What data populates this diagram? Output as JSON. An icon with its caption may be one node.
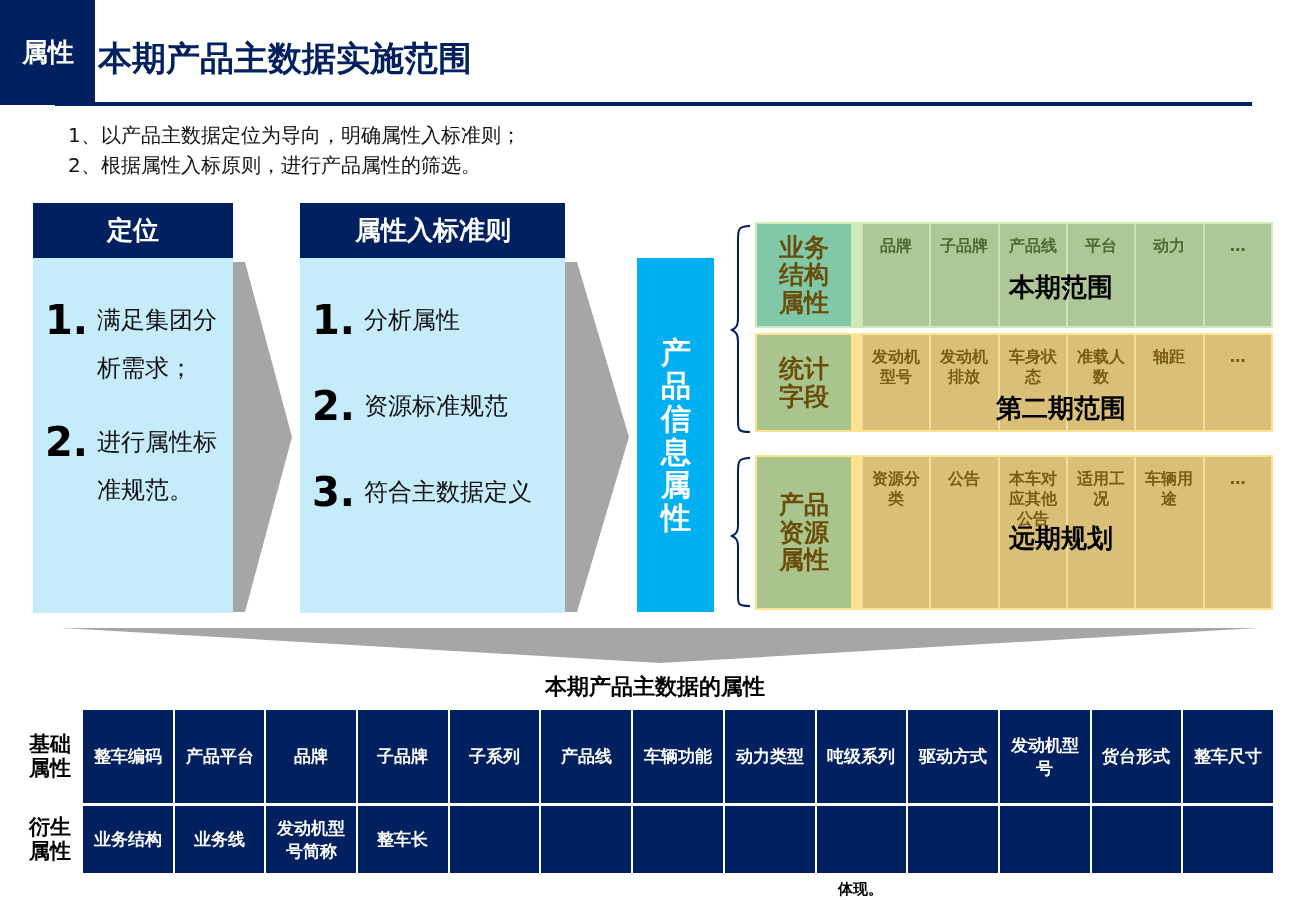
{
  "diagram": {
    "title": "本期产品主数据实施范围",
    "nodes": [
      {
        "text": [
          "定位",
          "1.",
          "满足集团分析需求；",
          "2.",
          "进行属性标准规范。"
        ]
      },
      {
        "text": [
          "属性入标准则",
          "1.",
          "分析属性",
          "2.",
          "资源标准规范",
          "3.",
          "符合主数据定义"
        ]
      },
      {
        "text": [
          "产品信息属性"
        ]
      },
      {
        "text": [
          "业务结构属性"
        ]
      },
      {
        "text": [
          "统计字段"
        ]
      },
      {
        "text": [
          "产品资源属性"
        ]
      }
    ],
    "edges": [
      {
        "from": 0,
        "to": 1,
        "arrow": "to"
      },
      {
        "from": 1,
        "to": 2,
        "arrow": "to"
      }
    ],
    "labels": [
      "属性",
      "1、以产品主数据定位为导向，明确属性入标准则；",
      "2、根据属性入标原则，进行产品属性的筛选。",
      "品牌",
      "子品牌",
      "产品线",
      "平台",
      "动力",
      "…",
      "本期范围",
      "发动机型号",
      "发动机排放",
      "车身状态",
      "准载人数",
      "轴距",
      "…",
      "第二期范围",
      "资源分类",
      "公告",
      "本车对应其他公告",
      "适用工况",
      "车辆用途",
      "…",
      "远期规划",
      "本期产品主数据的属性",
      "基础属性",
      "整车编码",
      "产品平台",
      "品牌",
      "子品牌",
      "子系列",
      "产品线",
      "车辆功能",
      "动力类型",
      "吨级系列",
      "驱动方式",
      "发动机型号",
      "货台形式",
      "整车尺寸",
      "衍生属性",
      "业务结构",
      "业务线",
      "发动机型号简称",
      "整车长",
      "体现。"
    ]
  }
}
